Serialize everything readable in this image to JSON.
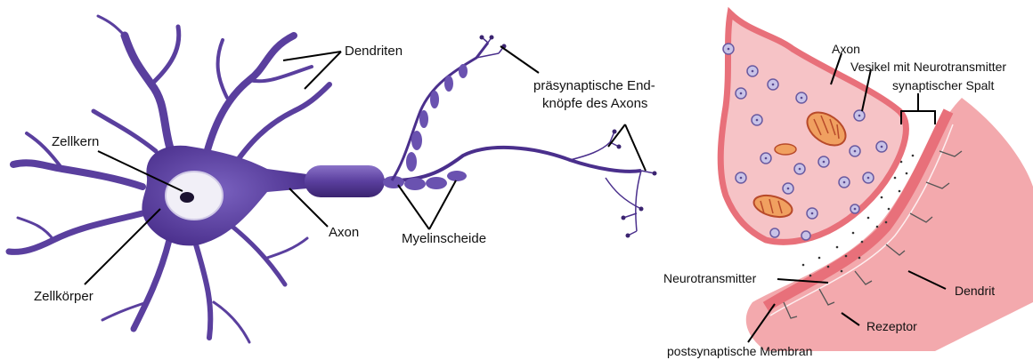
{
  "neuron": {
    "labels": {
      "dendrites": "Dendriten",
      "nucleus": "Zellkern",
      "cell_body": "Zellkörper",
      "axon": "Axon",
      "myelin": "Myelinscheide",
      "terminals_line1": "präsynaptische End-",
      "terminals_line2": "knöpfe des Axons"
    }
  },
  "synapse": {
    "labels": {
      "axon": "Axon",
      "vesicle": "Vesikel mit Neurotransmitter",
      "cleft": "synaptischer Spalt",
      "neurotransmitter": "Neurotransmitter",
      "dendrite": "Dendrit",
      "receptor": "Rezeptor",
      "postsynaptic_membrane": "postsynaptische Membran"
    }
  },
  "colors": {
    "neuron": "#5a3f9e",
    "neuron_dark": "#3b2470",
    "membrane": "#e8707a",
    "cytoplasm": "#f6c3c6",
    "vesicle": "#c8c3e8"
  }
}
